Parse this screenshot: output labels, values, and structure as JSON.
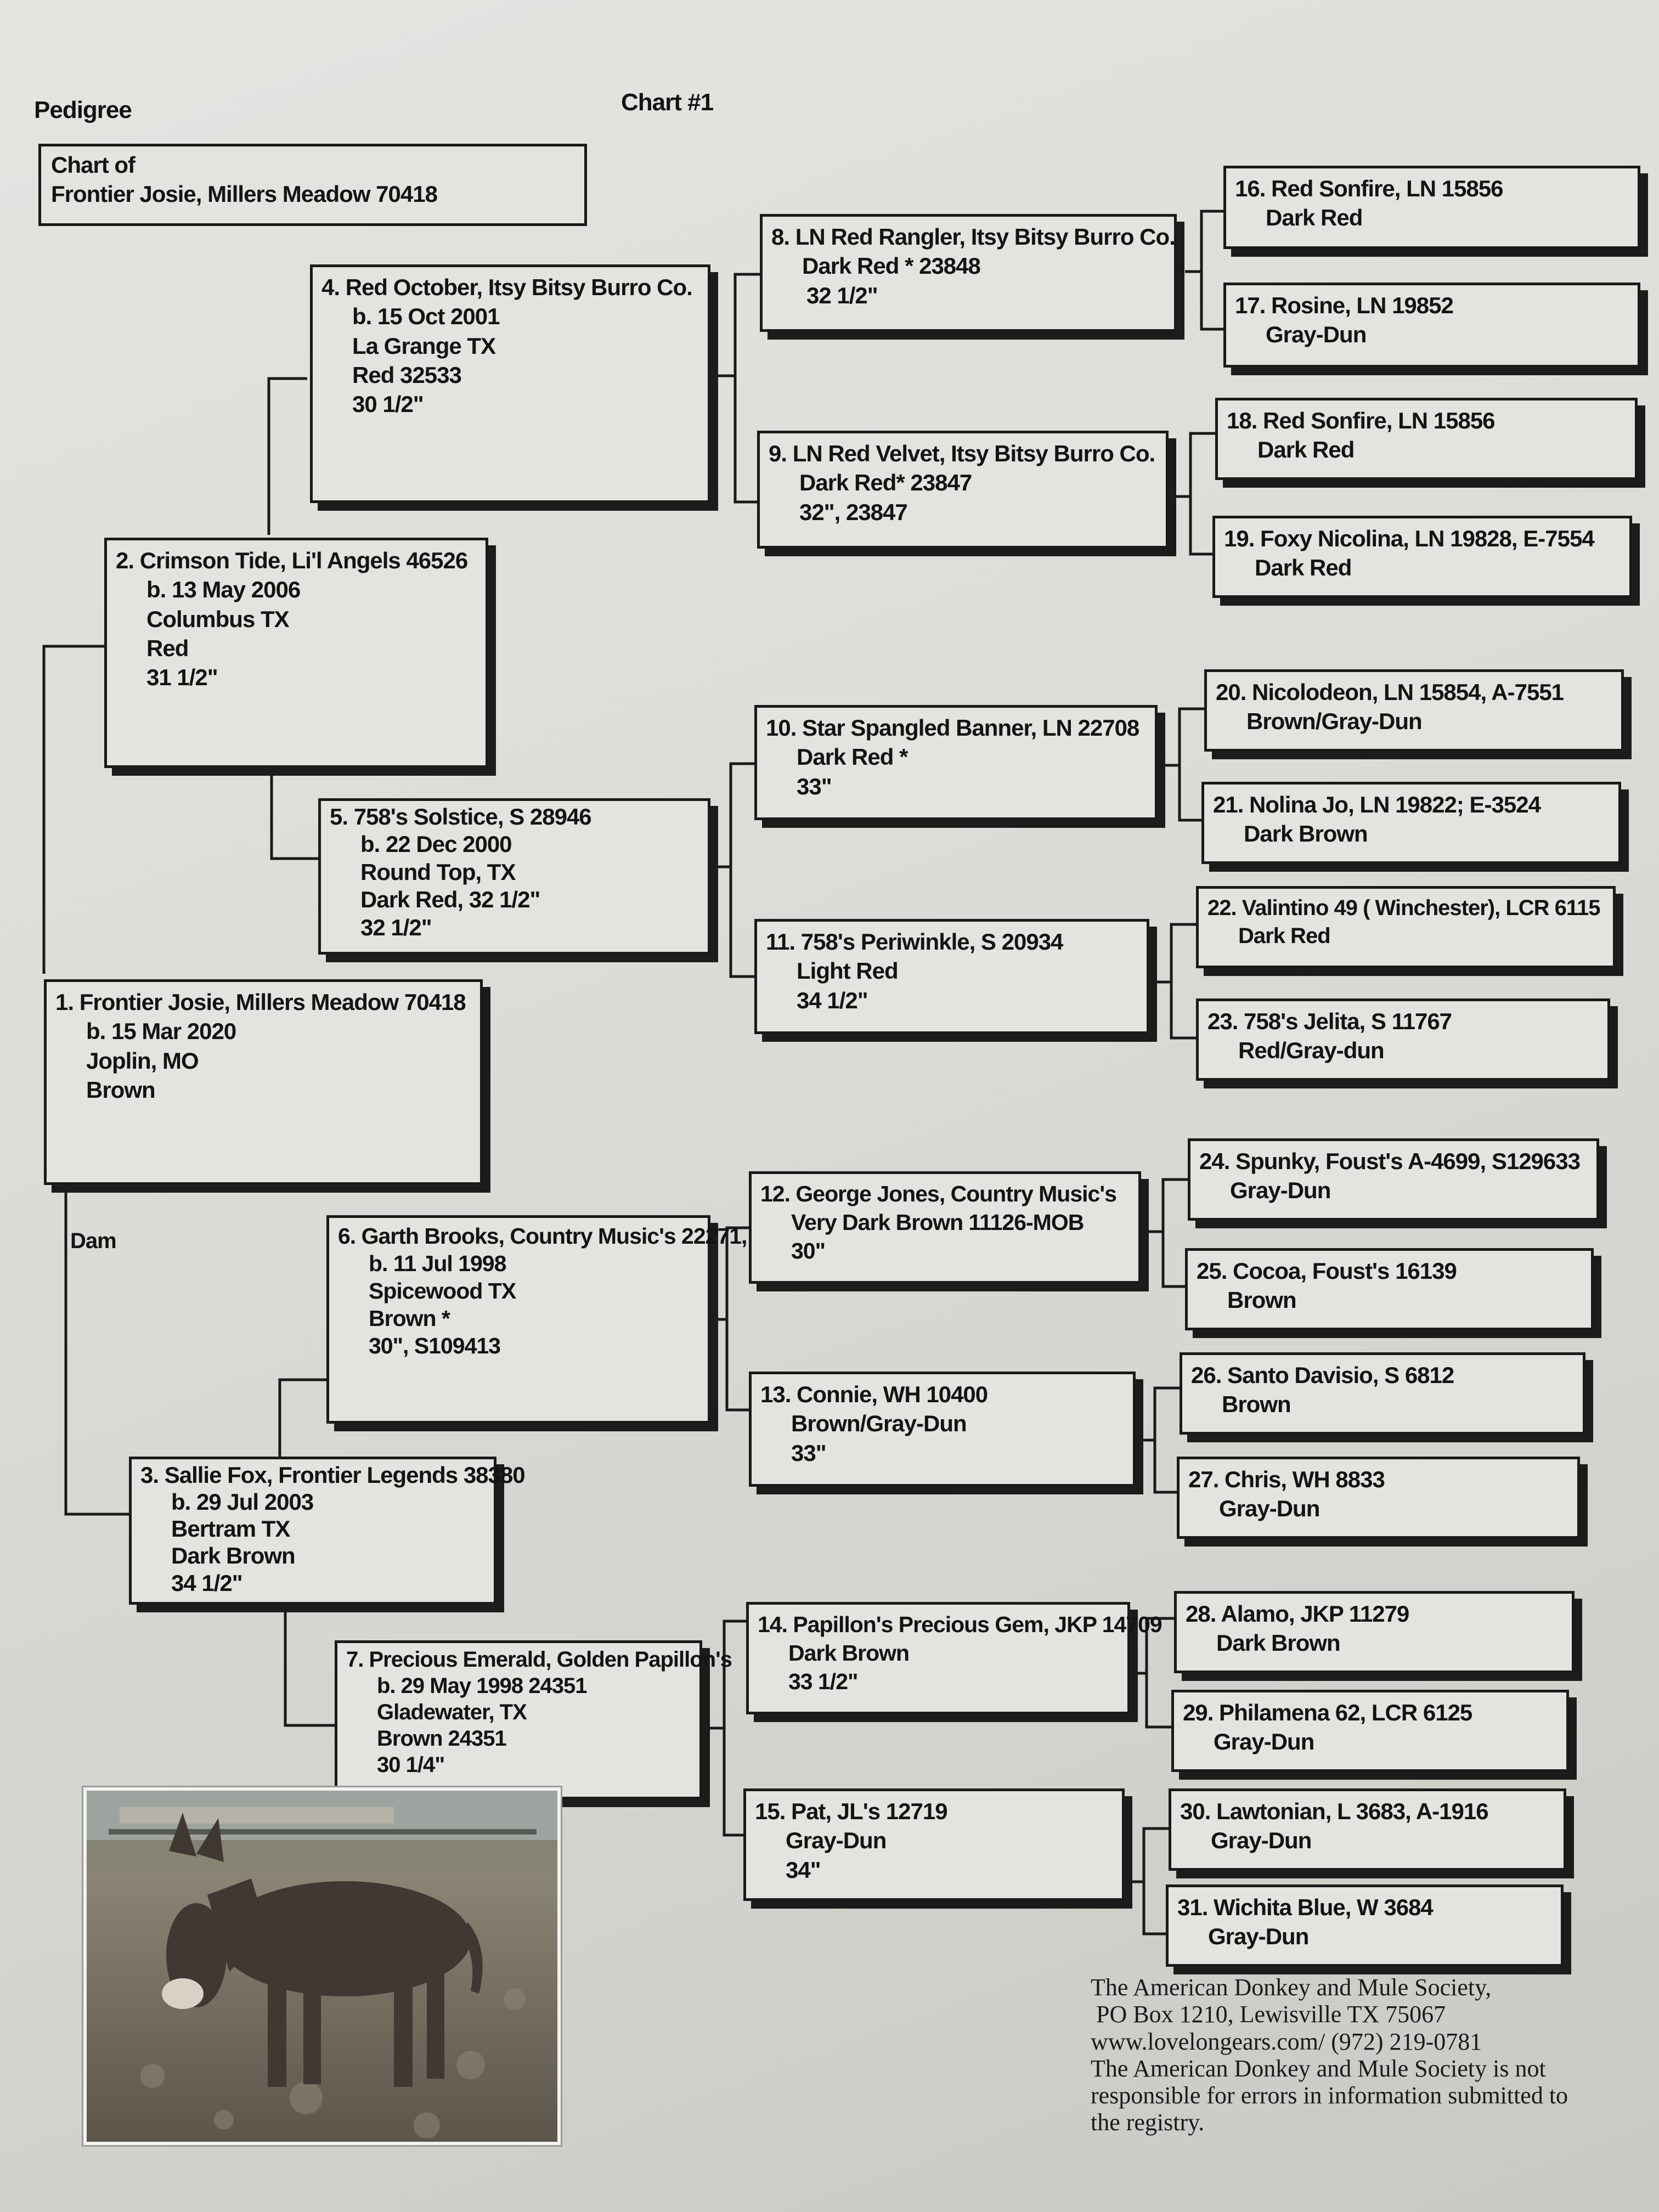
{
  "header": {
    "title": "Pedigree",
    "chart_no": "Chart #1",
    "chart_of_label": "Chart of",
    "chart_of_name": "Frontier Josie, Millers Meadow 70418"
  },
  "dam_label": "Dam",
  "animals": {
    "a1": [
      "1. Frontier Josie, Millers Meadow 70418",
      "b. 15 Mar 2020",
      "Joplin, MO",
      "Brown"
    ],
    "a2": [
      "2. Crimson Tide, Li'l Angels 46526",
      "b. 13 May 2006",
      "Columbus TX",
      "Red",
      "31 1/2\""
    ],
    "a3": [
      "3. Sallie Fox, Frontier Legends 38380",
      "b. 29 Jul 2003",
      "Bertram TX",
      "Dark Brown",
      "34 1/2\""
    ],
    "a4": [
      "4. Red October, Itsy Bitsy Burro Co.",
      "b. 15 Oct 2001",
      "La Grange TX",
      "Red    32533",
      "30 1/2\""
    ],
    "a5": [
      "5. 758's Solstice, S 28946",
      "b. 22 Dec 2000",
      "Round Top, TX",
      "Dark Red, 32 1/2\"",
      "32 1/2\""
    ],
    "a6": [
      "6. Garth Brooks, Country Music's 22271,",
      "b. 11 Jul 1998",
      "Spicewood TX",
      "Brown *",
      "30\", S109413"
    ],
    "a7": [
      "7. Precious Emerald, Golden Papillon's",
      "b. 29 May 1998 24351",
      "Gladewater, TX",
      "Brown  24351",
      "30 1/4\""
    ],
    "a8": [
      "8. LN Red Rangler, Itsy Bitsy Burro Co.",
      "Dark Red *   23848",
      "32 1/2\""
    ],
    "a9": [
      "9. LN Red Velvet, Itsy Bitsy Burro Co.",
      "Dark Red*  23847",
      "32\", 23847"
    ],
    "a10": [
      "10. Star Spangled Banner, LN 22708",
      "Dark Red *",
      "33\""
    ],
    "a11": [
      "11. 758's Periwinkle, S 20934",
      "Light Red",
      "34 1/2\""
    ],
    "a12": [
      "12. George Jones, Country Music's",
      "Very Dark Brown   11126-MOB",
      "30\""
    ],
    "a13": [
      "13. Connie, WH 10400",
      "Brown/Gray-Dun",
      "33\""
    ],
    "a14": [
      "14. Papillon's Precious Gem, JKP 14709",
      "Dark Brown",
      "33 1/2\""
    ],
    "a15": [
      "15. Pat, JL's 12719",
      "Gray-Dun",
      "34\""
    ],
    "a16": [
      "16. Red Sonfire, LN 15856",
      "Dark Red"
    ],
    "a17": [
      "17. Rosine, LN 19852",
      "Gray-Dun"
    ],
    "a18": [
      "18. Red Sonfire, LN 15856",
      "Dark Red"
    ],
    "a19": [
      "19. Foxy Nicolina, LN 19828, E-7554",
      "Dark Red"
    ],
    "a20": [
      "20. Nicolodeon, LN 15854, A-7551",
      "Brown/Gray-Dun"
    ],
    "a21": [
      "21. Nolina Jo, LN 19822; E-3524",
      "Dark Brown"
    ],
    "a22": [
      "22. Valintino 49 ( Winchester), LCR 6115",
      "Dark Red"
    ],
    "a23": [
      "23. 758's Jelita, S 11767",
      "Red/Gray-dun"
    ],
    "a24": [
      "24. Spunky, Foust's A-4699, S129633",
      "Gray-Dun"
    ],
    "a25": [
      "25. Cocoa, Foust's 16139",
      "Brown"
    ],
    "a26": [
      "26. Santo Davisio, S 6812",
      "Brown"
    ],
    "a27": [
      "27. Chris, WH 8833",
      "Gray-Dun"
    ],
    "a28": [
      "28. Alamo, JKP 11279",
      "Dark Brown"
    ],
    "a29": [
      "29. Philamena 62, LCR 6125",
      "Gray-Dun"
    ],
    "a30": [
      "30. Lawtonian, L 3683, A-1916",
      "Gray-Dun"
    ],
    "a31": [
      "31. Wichita Blue, W 3684",
      "Gray-Dun"
    ]
  },
  "footer": [
    "The American Donkey and Mule Society,",
    "PO Box 1210, Lewisville TX 75067",
    "www.lovelongears.com/ (972) 219-0781",
    "The American Donkey and Mule Society is not",
    "responsible for errors in information submitted to",
    "the registry."
  ],
  "colors": {
    "paper": "#e3e3e0",
    "ink": "#1a1a1a"
  }
}
